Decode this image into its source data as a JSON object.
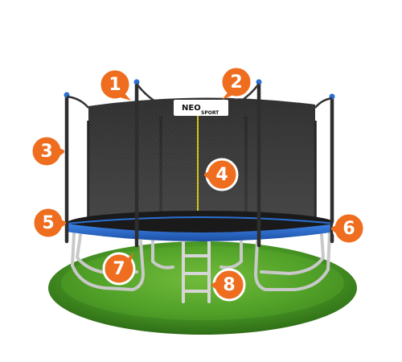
{
  "image": {
    "subject": "trampoline with safety net",
    "colors": {
      "badge_fill": "#ee6d1e",
      "badge_outline": "#ffffff",
      "net": "#1a1a1a",
      "pad_blue": "#2a6fd3",
      "grass": "#4a9a26",
      "frame": "#c8c8c8"
    }
  },
  "brand": {
    "logo_main": "NEO",
    "logo_sub": "SPORT"
  },
  "callouts": [
    {
      "number": "1"
    },
    {
      "number": "2"
    },
    {
      "number": "3"
    },
    {
      "number": "4"
    },
    {
      "number": "5"
    },
    {
      "number": "6"
    },
    {
      "number": "7"
    },
    {
      "number": "8"
    }
  ]
}
